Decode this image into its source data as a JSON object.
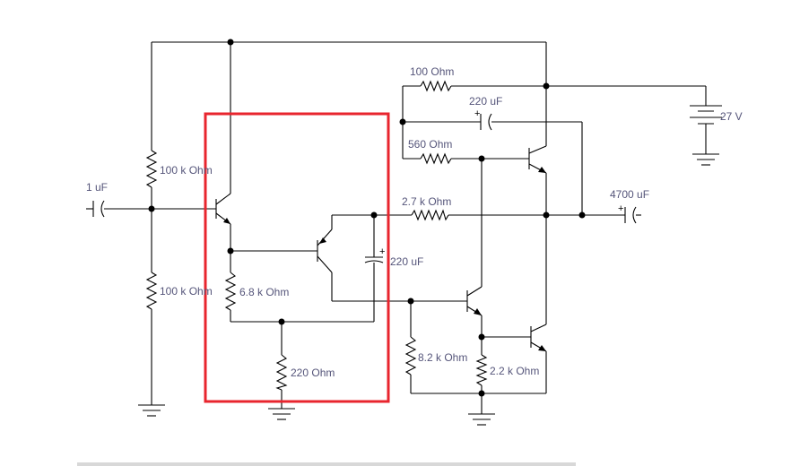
{
  "labels": {
    "r_top_feedback": "100  Ohm",
    "c_top": "220 uF",
    "r_560": "560  Ohm",
    "battery": "27 V",
    "r_bias_top": "100 k Ohm",
    "c_in": "1 uF",
    "r_27k": "2.7 k Ohm",
    "c_out": "4700 uF",
    "c_mid": "220 uF",
    "r_bias_bottom": "100 k Ohm",
    "r_68k": "6.8 k Ohm",
    "r_82k": "8.2 k Ohm",
    "r_22k": "2.2 k Ohm",
    "r_220": "220  Ohm"
  },
  "colors": {
    "wire": "#000000",
    "label": "#55557a",
    "highlight": "#e8252e"
  },
  "highlight_box": {
    "note": "red rectangle around input stage"
  }
}
